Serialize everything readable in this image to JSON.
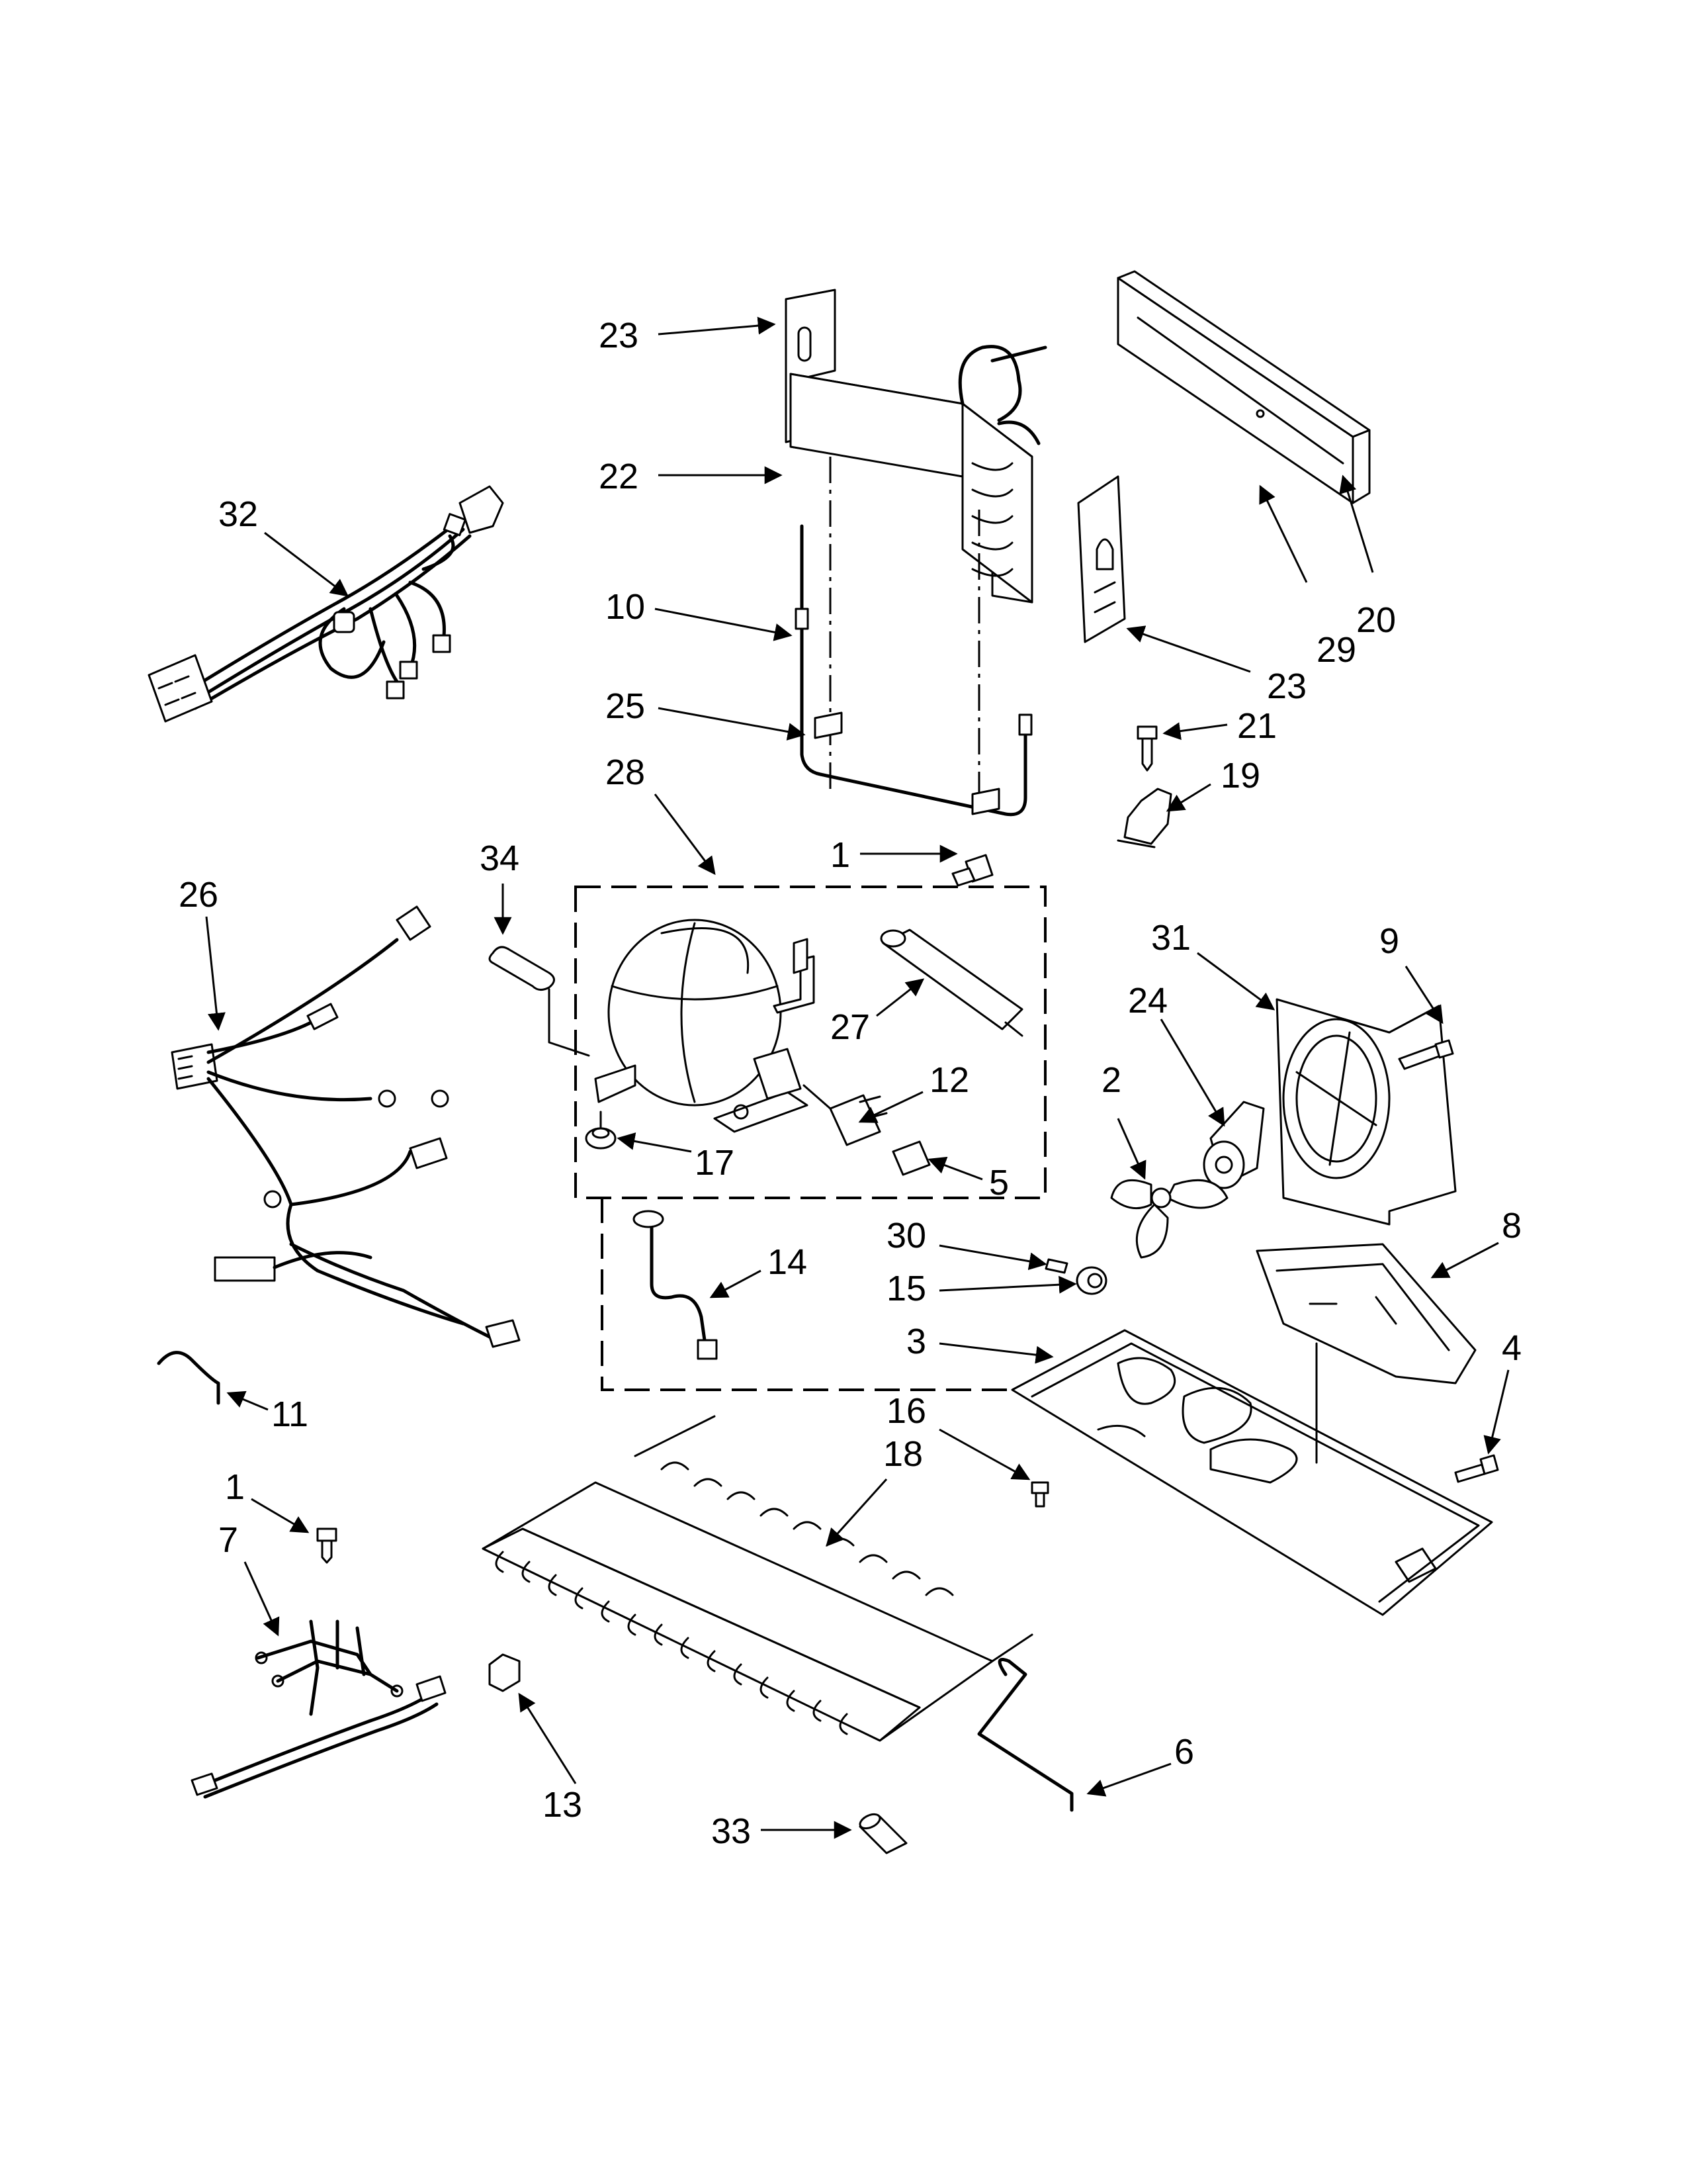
{
  "diagram": {
    "callouts": [
      {
        "id": "c23a",
        "text": "23"
      },
      {
        "id": "c22",
        "text": "22"
      },
      {
        "id": "c32",
        "text": "32"
      },
      {
        "id": "c10",
        "text": "10"
      },
      {
        "id": "c25",
        "text": "25"
      },
      {
        "id": "c28",
        "text": "28"
      },
      {
        "id": "c34",
        "text": "34"
      },
      {
        "id": "c1a",
        "text": "1"
      },
      {
        "id": "c26",
        "text": "26"
      },
      {
        "id": "c20",
        "text": "20"
      },
      {
        "id": "c29",
        "text": "29"
      },
      {
        "id": "c23b",
        "text": "23"
      },
      {
        "id": "c21",
        "text": "21"
      },
      {
        "id": "c19",
        "text": "19"
      },
      {
        "id": "c31",
        "text": "31"
      },
      {
        "id": "c9",
        "text": "9"
      },
      {
        "id": "c24",
        "text": "24"
      },
      {
        "id": "c2",
        "text": "2"
      },
      {
        "id": "c27",
        "text": "27"
      },
      {
        "id": "c12",
        "text": "12"
      },
      {
        "id": "c17",
        "text": "17"
      },
      {
        "id": "c5",
        "text": "5"
      },
      {
        "id": "c30",
        "text": "30"
      },
      {
        "id": "c8",
        "text": "8"
      },
      {
        "id": "c14",
        "text": "14"
      },
      {
        "id": "c15",
        "text": "15"
      },
      {
        "id": "c3",
        "text": "3"
      },
      {
        "id": "c4",
        "text": "4"
      },
      {
        "id": "c11",
        "text": "11"
      },
      {
        "id": "c16",
        "text": "16"
      },
      {
        "id": "c18",
        "text": "18"
      },
      {
        "id": "c1b",
        "text": "1"
      },
      {
        "id": "c7",
        "text": "7"
      },
      {
        "id": "c13",
        "text": "13"
      },
      {
        "id": "c6",
        "text": "6"
      },
      {
        "id": "c33",
        "text": "33"
      }
    ]
  }
}
